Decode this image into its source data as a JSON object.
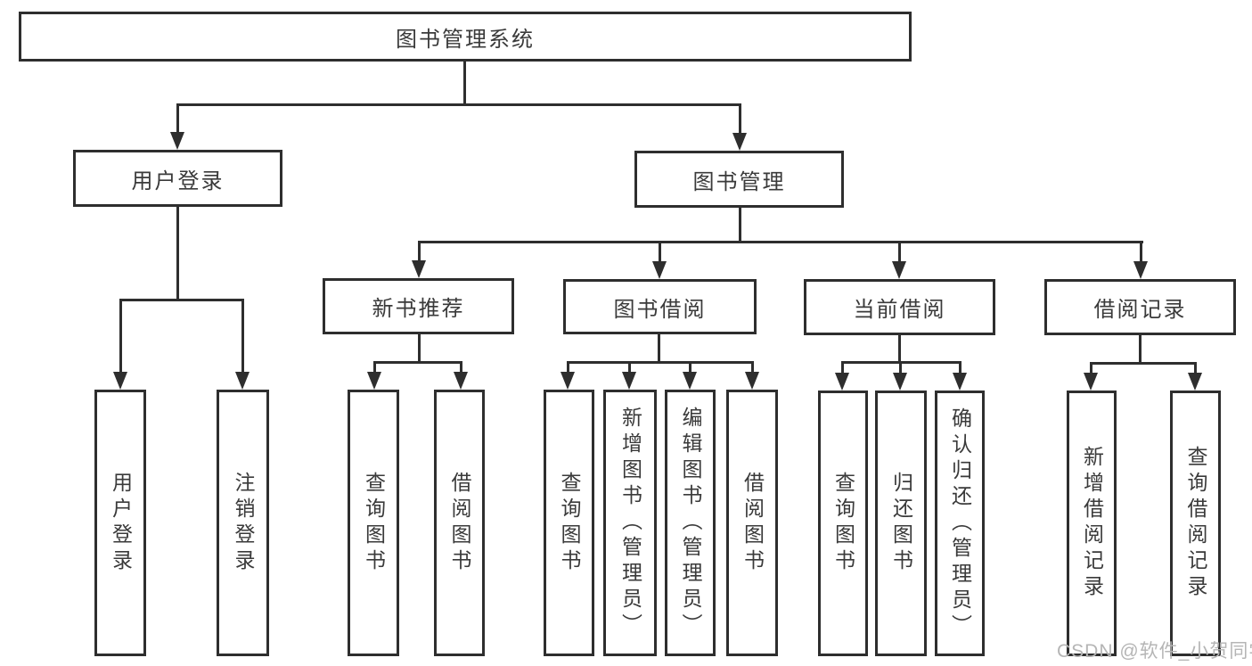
{
  "diagram": {
    "title": "图书管理系统",
    "root": {
      "label": "图书管理系统"
    },
    "level2": [
      {
        "id": "user-login",
        "label": "用户登录"
      },
      {
        "id": "book-management",
        "label": "图书管理"
      }
    ],
    "level3": [
      {
        "id": "new-book-recommend",
        "label": "新书推荐"
      },
      {
        "id": "book-borrowing",
        "label": "图书借阅"
      },
      {
        "id": "current-borrowing",
        "label": "当前借阅"
      },
      {
        "id": "borrowing-records",
        "label": "借阅记录"
      }
    ],
    "leaves": {
      "user_login": [
        {
          "label": "用户登录"
        },
        {
          "label": "注销登录"
        }
      ],
      "new_book_recommend": [
        {
          "label": "查询图书"
        },
        {
          "label": "借阅图书"
        }
      ],
      "book_borrowing": [
        {
          "label": "查询图书"
        },
        {
          "label": "新增图书（管理员）"
        },
        {
          "label": "编辑图书（管理员）"
        },
        {
          "label": "借阅图书"
        }
      ],
      "current_borrowing": [
        {
          "label": "查询图书"
        },
        {
          "label": "归还图书"
        },
        {
          "label": "确认归还（管理员）"
        }
      ],
      "borrowing_records": [
        {
          "label": "新增借阅记录"
        },
        {
          "label": "查询借阅记录"
        }
      ]
    }
  },
  "watermark": {
    "text": "CSDN @软件_小贺同学"
  },
  "colors": {
    "line": "#2e2e2e",
    "box_border": "#2e2e2e",
    "text": "#3a3a3a",
    "watermark": "#b5b5b5",
    "background": "#ffffff"
  }
}
